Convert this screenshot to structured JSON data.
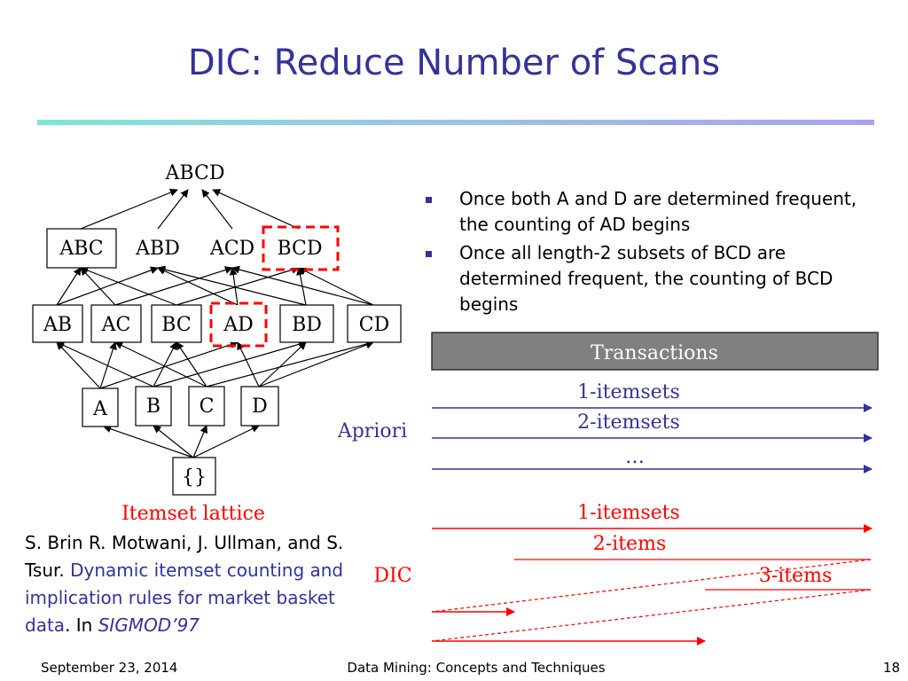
{
  "slide": {
    "title": "DIC: Reduce Number of Scans",
    "bullets": [
      "Once both A and D are determined frequent, the counting of AD begins",
      "Once all length-2 subsets of BCD are determined frequent, the counting of BCD begins"
    ],
    "citation": {
      "authors": "S. Brin R. Motwani, J. Ullman, and S. Tsur. ",
      "paper_title": "Dynamic itemset counting and implication rules for market basket data",
      "in_text": ". In ",
      "venue": "SIGMOD’97"
    },
    "footer": {
      "date": "September 23, 2014",
      "center": "Data Mining: Concepts and Techniques",
      "page": "18"
    }
  },
  "lattice": {
    "top": "ABCD",
    "level3": [
      "ABC",
      "ABD",
      "ACD",
      "BCD"
    ],
    "level2": [
      "AB",
      "AC",
      "BC",
      "AD",
      "BD",
      "CD"
    ],
    "level1": [
      "A",
      "B",
      "C",
      "D"
    ],
    "empty": "{}",
    "caption": "Itemset lattice"
  },
  "scan": {
    "transactions_label": "Transactions",
    "apriori_label": "Apriori",
    "apriori_passes": [
      "1-itemsets",
      "2-itemsets",
      "…"
    ],
    "dic_label": "DIC",
    "dic_passes": [
      "1-itemsets",
      "2-items",
      "3-items"
    ]
  },
  "colors": {
    "title": "#333399",
    "accent_red": "#ff0000",
    "apriori_blue": "#333399",
    "transactions_fill": "#808080"
  }
}
